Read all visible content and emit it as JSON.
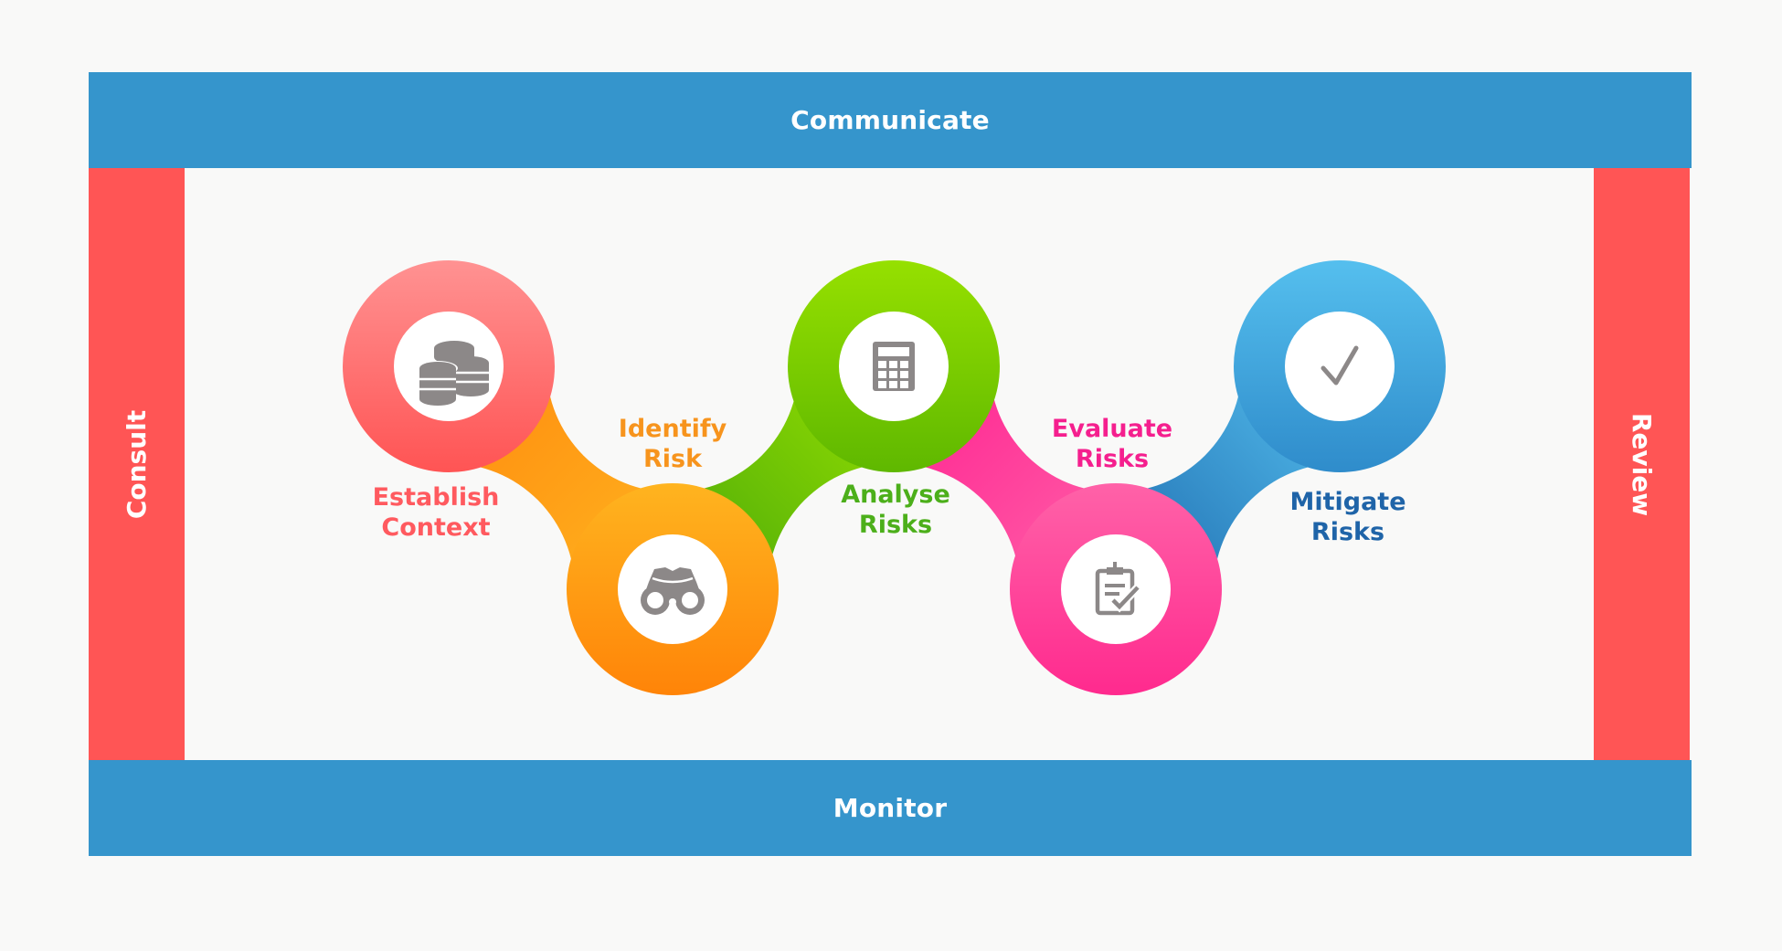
{
  "frame": {
    "top": "Communicate",
    "bottom": "Monitor",
    "left": "Consult",
    "right": "Review"
  },
  "colors": {
    "background": "#f9f9f8",
    "frame_blue": "#3595cc",
    "frame_red": "#ff5555",
    "icon_gray": "#8c8888"
  },
  "steps": [
    {
      "id": "establish",
      "line1": "Establish",
      "line2": "Context",
      "icon": "coins-stack-icon",
      "text_color": "#ff5a5f",
      "grad_top": "#ff9292",
      "grad_bottom": "#ff5454",
      "connector": null
    },
    {
      "id": "identify",
      "line1": "Identify",
      "line2": "Risk",
      "icon": "binoculars-icon",
      "text_color": "#f7941d",
      "grad_top": "#ffb41f",
      "grad_bottom": "#ff8408",
      "connector": "#ff8a0e"
    },
    {
      "id": "analyse",
      "line1": "Analyse",
      "line2": "Risks",
      "icon": "calculator-icon",
      "text_color": "#4caf1a",
      "grad_top": "#96e000",
      "grad_bottom": "#5fb800",
      "connector": "#4aa80a"
    },
    {
      "id": "evaluate",
      "line1": "Evaluate",
      "line2": "Risks",
      "icon": "clipboard-check-icon",
      "text_color": "#f51f8e",
      "grad_top": "#ff62a8",
      "grad_bottom": "#ff2a8e",
      "connector": "#ff2090"
    },
    {
      "id": "mitigate",
      "line1": "Mitigate",
      "line2": "Risks",
      "icon": "checkmark-icon",
      "text_color": "#1f64a8",
      "grad_top": "#55bfee",
      "grad_bottom": "#2f8ccb",
      "connector": "#1f6db0"
    }
  ]
}
